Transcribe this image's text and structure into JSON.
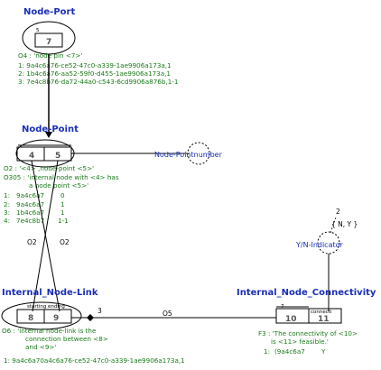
{
  "entities": {
    "node_port": {
      "title": "Node-Port",
      "cell_top": "5",
      "cell": "7",
      "fact": "O4 : 'node pin <7>'",
      "rows": [
        "1:  9a4c6a76-ce52-47c0-a339-1ae9906a173a,1",
        "2:  1b4c6a76-aa52-59f0-d455-1ae9906a173a,1",
        "3:  7e4c8b76-da72-44a0-c543-6cd9906a876b,1-1"
      ]
    },
    "node_point": {
      "title": "Node-Point",
      "cells": [
        "4",
        "5"
      ],
      "fact1": "O2 : '<4> ,node-point <5>'",
      "fact2_line1": "O305 : 'internal node with <4> has",
      "fact2_line2": "a node point <5>'",
      "rows": [
        {
          "n": "1:",
          "a": "9a4c6a7",
          "b": "0"
        },
        {
          "n": "2:",
          "a": "9a4c6a7",
          "b": "1"
        },
        {
          "n": "3:",
          "a": "1b4c6a7",
          "b": "1"
        },
        {
          "n": "4:",
          "a": "7e4c8b7",
          "b": "1-1"
        }
      ]
    },
    "node_pointnumber": {
      "label": "Node-Pointnumber"
    },
    "yn_indicator": {
      "label": "Y/N-Indicator",
      "constraint_num": "2",
      "constraint_values": "{ N, Y }"
    },
    "internal_node_link": {
      "title": "Internal_Node-Link",
      "cell_headers": [
        "starting",
        "ending"
      ],
      "cells": [
        "8",
        "9"
      ],
      "fact_line1": "O6 : 'internal node-link is the",
      "fact_line2": "connection between <8>",
      "fact_line3": "and <9>'",
      "row": "1:  9a4c6a70a4c6a76-ce52-47c0-a339-1ae9906a173a,1"
    },
    "internal_node_connectivity": {
      "title": "Internal_Node_Connectivity",
      "cell_headers": [
        "",
        "connecti"
      ],
      "cells": [
        "10",
        "11"
      ],
      "marker": "7",
      "fact_line1": "F3 : 'The connectivity of <10>",
      "fact_line2": "is <11> feasible.'",
      "row_n": "1:",
      "row_a": "(9a4c6a7",
      "row_b": "Y"
    }
  },
  "connectors": {
    "link_left": "O2",
    "link_right": "O2",
    "o5": "O5",
    "three": "3"
  }
}
